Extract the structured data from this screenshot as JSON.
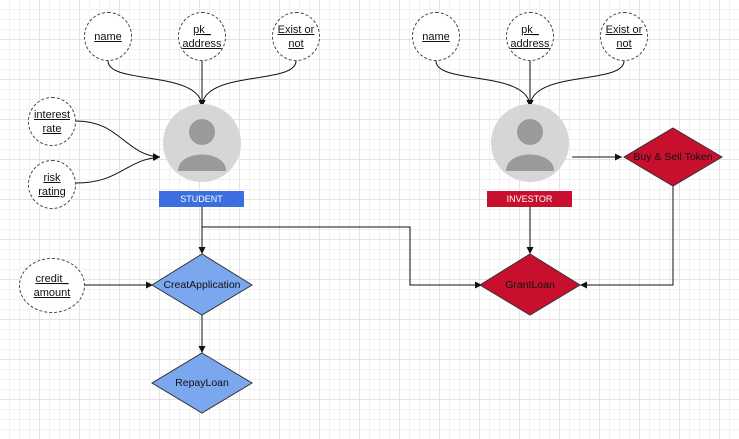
{
  "entities": {
    "student": {
      "label": "STUDENT",
      "color": "#3b6fe0"
    },
    "investor": {
      "label": "INVESTOR",
      "color": "#c8102e"
    }
  },
  "attributes": {
    "student_name": "name",
    "student_pk_address": "pk_ address",
    "student_exist": "Exist or not",
    "interest_rate": "interest rate",
    "risk_rating": "risk rating",
    "credit_amount": "credit_ amount",
    "investor_name": "name",
    "investor_pk_address": "pk_ address",
    "investor_exist": "Exist or not"
  },
  "relationships": {
    "creat_application": {
      "label": "CreatApplication",
      "color": "#7ba7ef"
    },
    "repay_loan": {
      "label": "RepayLoan",
      "color": "#7ba7ef"
    },
    "grant_loan": {
      "label": "GrantLoan",
      "color": "#c8102e"
    },
    "buy_sell_token": {
      "label": "Buy & Sell Token",
      "color": "#c8102e"
    }
  },
  "icons": {
    "student": "user-avatar-icon",
    "investor": "user-avatar-icon"
  }
}
